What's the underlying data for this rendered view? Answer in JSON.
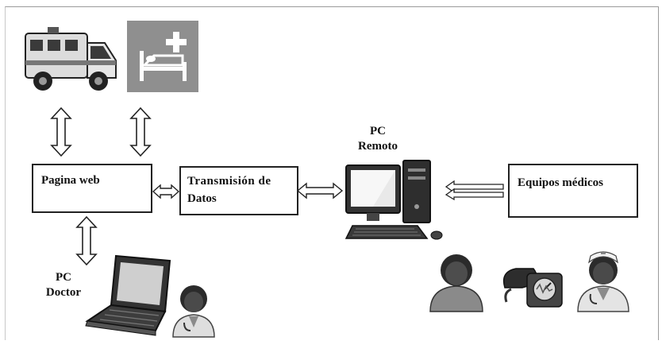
{
  "nodes": {
    "pagina_web": "Pagina web",
    "transmision_line1": "Transmisión de",
    "transmision_line2": "Datos",
    "equipos": "Equipos médicos",
    "pc_remoto_line1": "PC",
    "pc_remoto_line2": "Remoto",
    "pc_doctor_line1": "PC",
    "pc_doctor_line2": "Doctor"
  },
  "icons": [
    "ambulance-icon",
    "hospital-bed-icon",
    "laptop-icon",
    "doctor-icon",
    "desktop-computer-icon",
    "patient-icon",
    "blood-pressure-monitor-icon",
    "nurse-icon"
  ],
  "colors": {
    "line": "#222222",
    "icon_dark": "#2b2b2b",
    "icon_mid": "#8a8a8a",
    "bed_bg": "#8f8f8f"
  }
}
